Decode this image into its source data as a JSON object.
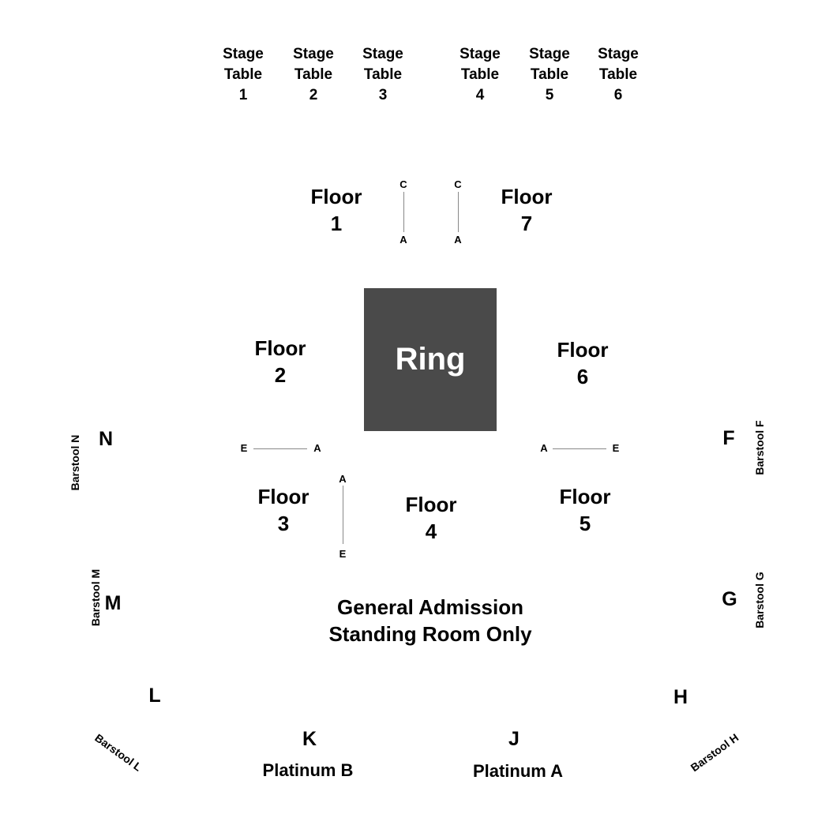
{
  "stage_tables": [
    {
      "label": "Stage\nTable\n1"
    },
    {
      "label": "Stage\nTable\n2"
    },
    {
      "label": "Stage\nTable\n3"
    },
    {
      "label": "Stage\nTable\n4"
    },
    {
      "label": "Stage\nTable\n5"
    },
    {
      "label": "Stage\nTable\n6"
    }
  ],
  "floors": {
    "f1": "Floor\n1",
    "f2": "Floor\n2",
    "f3": "Floor\n3",
    "f4": "Floor\n4",
    "f5": "Floor\n5",
    "f6": "Floor\n6",
    "f7": "Floor\n7"
  },
  "ring": "Ring",
  "row_markers": {
    "top_left": {
      "start": "C",
      "end": "A"
    },
    "top_right": {
      "start": "C",
      "end": "A"
    },
    "left": {
      "start": "E",
      "end": "A"
    },
    "right": {
      "start": "A",
      "end": "E"
    },
    "bottom": {
      "start": "A",
      "end": "E"
    }
  },
  "sections": {
    "N": "N",
    "M": "M",
    "L": "L",
    "K": "K",
    "J": "J",
    "H": "H",
    "G": "G",
    "F": "F"
  },
  "barstools": {
    "N": "Barstool N",
    "M": "Barstool M",
    "L": "Barstool L",
    "H": "Barstool H",
    "G": "Barstool G",
    "F": "Barstool F"
  },
  "general_admission": "General Admission\nStanding Room Only",
  "platinum": {
    "B": "Platinum B",
    "A": "Platinum A"
  }
}
